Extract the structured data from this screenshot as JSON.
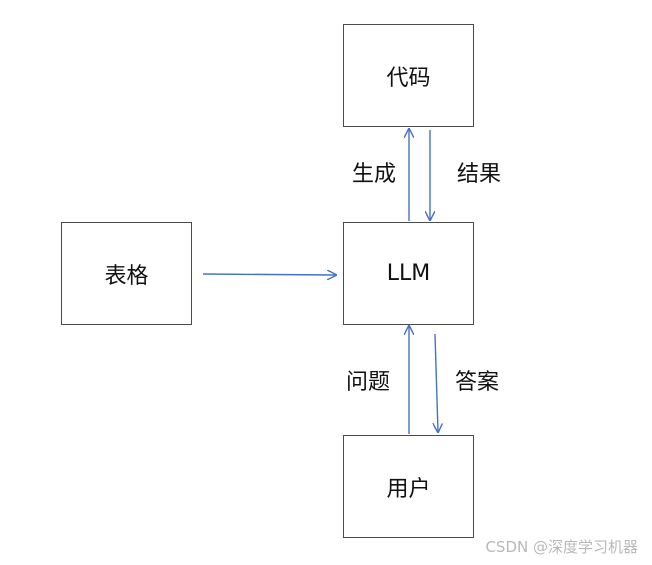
{
  "nodes": {
    "code": "代码",
    "llm": "LLM",
    "table": "表格",
    "user": "用户"
  },
  "edges": {
    "llm_to_code": "生成",
    "code_to_llm": "结果",
    "user_to_llm": "问题",
    "llm_to_user": "答案"
  },
  "watermark": "CSDN @深度学习机器",
  "colors": {
    "arrow": "#4472c4",
    "border": "#4a4a4a",
    "text": "#111111",
    "watermark": "#b8b8b8"
  }
}
